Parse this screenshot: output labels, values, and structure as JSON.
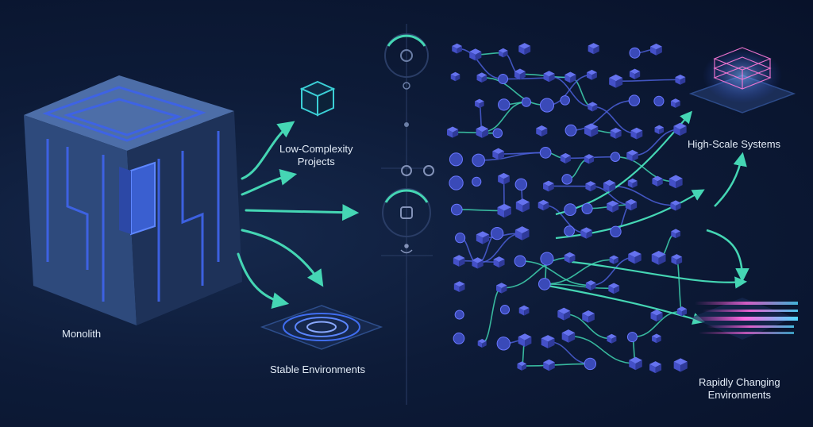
{
  "labels": {
    "monolith": "Monolith",
    "low_complexity": [
      "Low-Complexity",
      "Projects"
    ],
    "stable": "Stable Environments",
    "high_scale": "High-Scale Systems",
    "rapidly": [
      "Rapidly Changing",
      "Environments"
    ]
  },
  "colors": {
    "background": "#0b1630",
    "arrow": "#45d6b4",
    "cube_light": "#4d6ea8",
    "cube_dark": "#21365e",
    "circuit": "#3e63e8",
    "node": "#4a55d6",
    "connector": "#3fd4b0"
  }
}
